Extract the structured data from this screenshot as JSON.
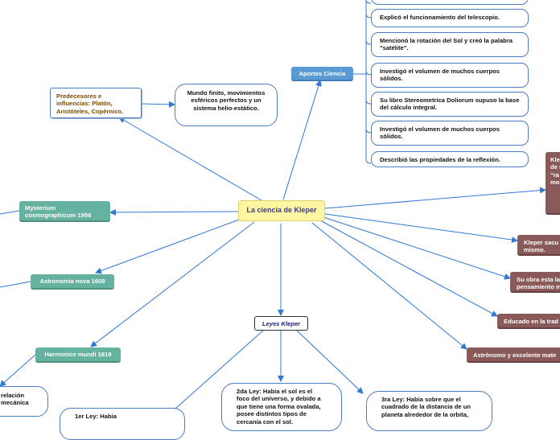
{
  "center": "La ciencia de Kleper",
  "leyes": "Leyes Kleper",
  "aportes": "Aportes Ciencia",
  "predecesores": "Predecesores e influencias: Platón, Aristóteles, Copérnico.",
  "mundo": "Mundo finito, movimientos esféricos perfectos y un sistema helio-estático.",
  "mysterium": "Mysterium cosmographicum 1956",
  "astronomia": "Astronomia nova 1609",
  "harmonice": "Harmonice mundi 1619",
  "relacion": "relación mecánica",
  "aportes_items": [
    "Explicó el funcionamiento del telescopio.",
    "Mencionó la rotación del Sol y creó la palabra \"satélite\".",
    "Investigó el volumen de muchos cuerpos sólidos.",
    "Su libro Stereometrica Doliorum supuso la base del cálculo integral.",
    "Investigó el volumen de muchos cuerpos sólidos.",
    "Describió las propiedades de la reflexión."
  ],
  "right_items": [
    "Kle fue de mo \"ra gra mo alre",
    "Kleper sacu mismo.",
    "Su obra esta la pensamiento m",
    "Educado en la trad",
    "Astrónomo y excelente mate"
  ],
  "ley1": "1er Ley: Habia",
  "ley2": "2da Ley:  Habia el sol es el foco del universo, y debido a que tiene una forma ovalada, posee distintos tipos de cercanía con el sol.",
  "ley3": "3ra Ley: Habia sobre que el cuadrado de la distancia de un planeta alrededor de la orbita,"
}
